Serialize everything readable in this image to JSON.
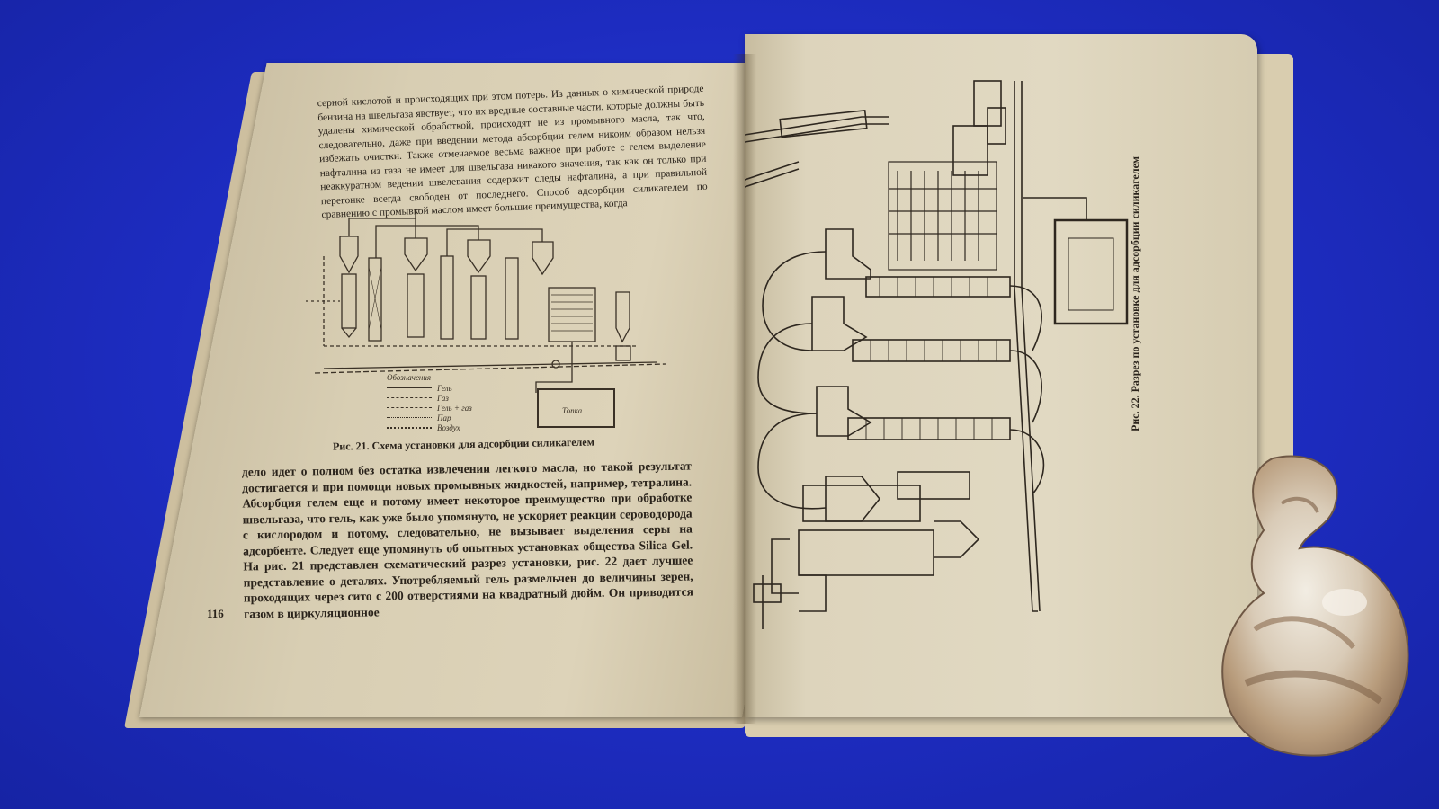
{
  "left_page": {
    "top_text": "серной кислотой и происходящих при этом потерь. Из данных о химической природе бензина на швельгаза явствует, что их вредные составные части, которые должны быть удалены химической обработкой, происходят не из промывного масла, так что, следовательно, даже при введении метода абсорбции гелем никоим образом нельзя избежать очистки. Также отмечаемое весьма важное при работе с гелем выделение нафталина из газа не имеет для швельгаза никакого значения, так как он только при неаккуратном ведении швелевания содержит следы нафталина, а при правильной перегонке всегда свободен от последнего. Способ адсорбции силикагелем по сравнению с промывкой маслом имеет большие преимущества, когда",
    "figure_caption": "Рис. 21. Схема установки для адсорбции силикагелем",
    "legend_title": "Обозначения",
    "legend_items": [
      "Гель",
      "Газ",
      "Гель + газ",
      "Пар",
      "Воздух"
    ],
    "furnace_label": "Топка",
    "bottom_text": "дело идет о полном без остатка извлечении легкого масла, но такой результат достигается и при помощи новых промывных жидкостей, например, тетралина. Абсорбция гелем еще и потому имеет некоторое преимущество при обработке швельгаза, что гель, как уже было упомянуто, не ускоряет реакции сероводорода с кислородом и потому, следовательно, не вызывает выделения серы на адсорбенте. Следует еще упомянуть об опытных установках общества Silica Gel. На рис. 21 представлен схематический разрез установки, рис. 22 дает лучшее представление о деталях. Употребляемый гель размельчен до величины зерен, проходящих через сито с 200 отверстиями на квадратный дюйм. Он приводится газом в циркуляционное",
    "page_number": "116"
  },
  "right_page": {
    "figure_caption": "Рис. 22. Разрез по установке для адсорбции силикагелем"
  },
  "colors": {
    "background": "#1d2cc0",
    "paper": "#ddd3b9",
    "ink": "#2a231b"
  }
}
